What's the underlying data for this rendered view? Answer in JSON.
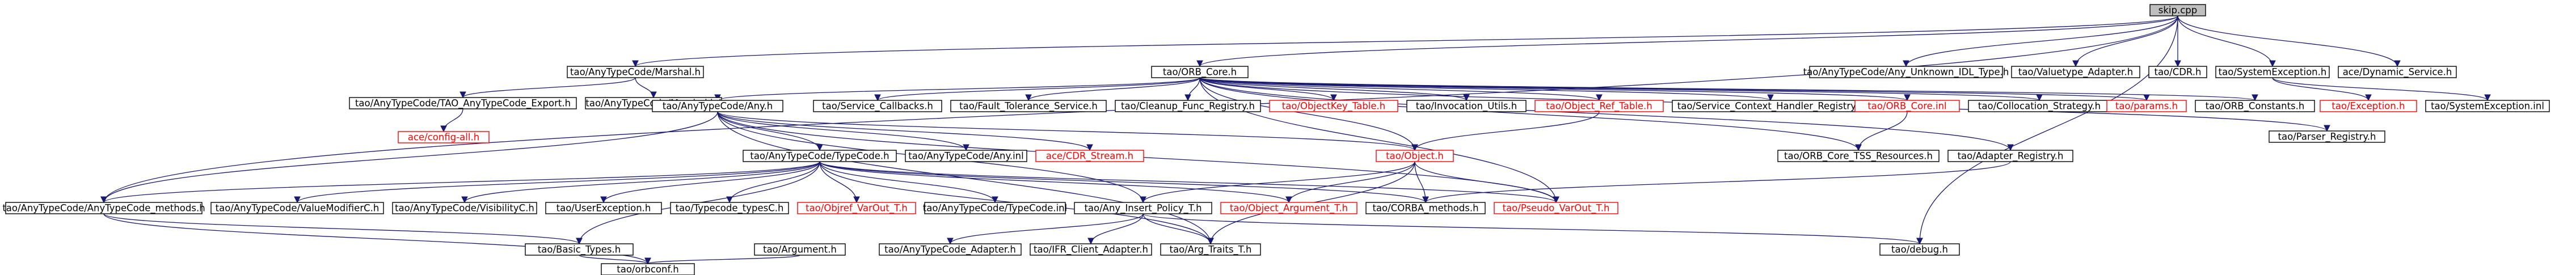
{
  "graph": {
    "edge_color": "#191970",
    "missing_color": "#ff0000",
    "root_fill": "#bfbfbf",
    "nodes": [
      {
        "id": "skip",
        "label": "skip.cpp",
        "root": true
      },
      {
        "id": "marshal_h",
        "label": "tao/AnyTypeCode/Marshal.h"
      },
      {
        "id": "orb_core_h",
        "label": "tao/ORB_Core.h"
      },
      {
        "id": "any_unknown",
        "label": "tao/AnyTypeCode/Any_Unknown_IDL_Type.h"
      },
      {
        "id": "valuetype_adapter",
        "label": "tao/Valuetype_Adapter.h"
      },
      {
        "id": "cdr_h",
        "label": "tao/CDR.h"
      },
      {
        "id": "sysexc_h",
        "label": "tao/SystemException.h"
      },
      {
        "id": "dynamic_service",
        "label": "ace/Dynamic_Service.h"
      },
      {
        "id": "tao_export",
        "label": "tao/AnyTypeCode/TAO_AnyTypeCode_Export.h"
      },
      {
        "id": "marshal_inl",
        "label": "tao/AnyTypeCode/Marshal.inl"
      },
      {
        "id": "any_h",
        "label": "tao/AnyTypeCode/Any.h"
      },
      {
        "id": "service_callbacks",
        "label": "tao/Service_Callbacks.h"
      },
      {
        "id": "ft_service",
        "label": "tao/Fault_Tolerance_Service.h"
      },
      {
        "id": "cleanup_func",
        "label": "tao/Cleanup_Func_Registry.h"
      },
      {
        "id": "objectkey_table",
        "label": "tao/ObjectKey_Table.h",
        "missing": true
      },
      {
        "id": "invocation_utils",
        "label": "tao/Invocation_Utils.h"
      },
      {
        "id": "object_ref_table",
        "label": "tao/Object_Ref_Table.h",
        "missing": true
      },
      {
        "id": "scx_handler",
        "label": "tao/Service_Context_Handler_Registry.h"
      },
      {
        "id": "orb_core_inl",
        "label": "tao/ORB_Core.inl",
        "missing": true
      },
      {
        "id": "collocation",
        "label": "tao/Collocation_Strategy.h"
      },
      {
        "id": "params",
        "label": "tao/params.h",
        "missing": true
      },
      {
        "id": "orb_constants",
        "label": "tao/ORB_Constants.h"
      },
      {
        "id": "parser_registry",
        "label": "tao/Parser_Registry.h"
      },
      {
        "id": "any_idl",
        "label": "tao/AnyTypeCode/Any_Unknown_IDL_Type.h"
      },
      {
        "id": "exception_h",
        "label": "tao/Exception.h",
        "missing": true
      },
      {
        "id": "sysexc_inl",
        "label": "tao/SystemException.inl"
      },
      {
        "id": "config_all",
        "label": "ace/config-all.h",
        "missing": true
      },
      {
        "id": "typecode_h",
        "label": "tao/AnyTypeCode/TypeCode.h"
      },
      {
        "id": "any_inl",
        "label": "tao/AnyTypeCode/Any.inl"
      },
      {
        "id": "ace_cdr_stream",
        "label": "ace/CDR_Stream.h",
        "missing": true
      },
      {
        "id": "object_h",
        "label": "tao/Object.h",
        "missing": true
      },
      {
        "id": "orb_core_tss",
        "label": "tao/ORB_Core_TSS_Resources.h"
      },
      {
        "id": "adapter_registry",
        "label": "tao/Adapter_Registry.h"
      },
      {
        "id": "tc_methods",
        "label": "tao/AnyTypeCode/AnyTypeCode_methods.h"
      },
      {
        "id": "valuemodifier",
        "label": "tao/AnyTypeCode/ValueModifierC.h"
      },
      {
        "id": "visibility",
        "label": "tao/AnyTypeCode/VisibilityC.h"
      },
      {
        "id": "userexception",
        "label": "tao/UserException.h"
      },
      {
        "id": "typecode_types",
        "label": "tao/Typecode_typesC.h"
      },
      {
        "id": "objref_varout",
        "label": "tao/Objref_VarOut_T.h",
        "missing": true
      },
      {
        "id": "typecode_inl",
        "label": "tao/AnyTypeCode/TypeCode.inl"
      },
      {
        "id": "any_insert",
        "label": "tao/Any_Insert_Policy_T.h"
      },
      {
        "id": "object_argument",
        "label": "tao/Object_Argument_T.h",
        "missing": true
      },
      {
        "id": "corba_methods",
        "label": "tao/CORBA_methods.h"
      },
      {
        "id": "pseudo_varout",
        "label": "tao/Pseudo_VarOut_T.h",
        "missing": true
      },
      {
        "id": "basic_types",
        "label": "tao/Basic_Types.h"
      },
      {
        "id": "argument_h",
        "label": "tao/Argument.h"
      },
      {
        "id": "anytc_adapter",
        "label": "tao/AnyTypeCode_Adapter.h"
      },
      {
        "id": "ifr_client_adapter",
        "label": "tao/IFR_Client_Adapter.h"
      },
      {
        "id": "arg_traits",
        "label": "tao/Arg_Traits_T.h"
      },
      {
        "id": "debug_h",
        "label": "tao/debug.h"
      },
      {
        "id": "orbconf",
        "label": "tao/orbconf.h"
      }
    ]
  }
}
